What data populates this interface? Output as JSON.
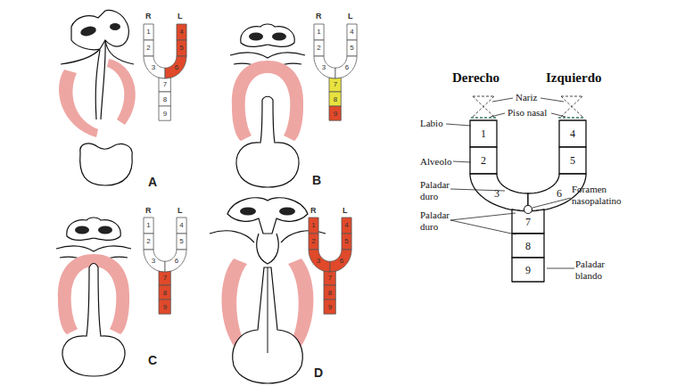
{
  "diagram": {
    "nodes": [
      {
        "text": [
          "1"
        ]
      },
      {
        "text": [
          "2"
        ]
      },
      {
        "text": [
          "3"
        ]
      },
      {
        "text": [
          "4"
        ]
      },
      {
        "text": [
          "5"
        ]
      },
      {
        "text": [
          "6"
        ]
      },
      {
        "text": [
          "7"
        ]
      },
      {
        "text": [
          "8"
        ]
      },
      {
        "text": [
          "9"
        ]
      },
      {
        "text": [
          "1"
        ]
      },
      {
        "text": [
          "2"
        ]
      },
      {
        "text": [
          "3"
        ]
      },
      {
        "text": [
          "4"
        ]
      },
      {
        "text": [
          "5"
        ]
      },
      {
        "text": [
          "6"
        ]
      },
      {
        "text": [
          "7"
        ]
      },
      {
        "text": [
          "8"
        ]
      },
      {
        "text": [
          "9"
        ]
      },
      {
        "text": [
          "1"
        ]
      },
      {
        "text": [
          "2"
        ]
      },
      {
        "text": [
          "3"
        ]
      },
      {
        "text": [
          "4"
        ]
      },
      {
        "text": [
          "5"
        ]
      },
      {
        "text": [
          "6"
        ]
      },
      {
        "text": [
          "7"
        ]
      },
      {
        "text": [
          "8"
        ]
      },
      {
        "text": [
          "9"
        ]
      },
      {
        "text": [
          "1"
        ]
      },
      {
        "text": [
          "2"
        ]
      },
      {
        "text": [
          "3"
        ]
      },
      {
        "text": [
          "4"
        ]
      },
      {
        "text": [
          "5"
        ]
      },
      {
        "text": [
          "6"
        ]
      },
      {
        "text": [
          "7"
        ]
      },
      {
        "text": [
          "8"
        ]
      },
      {
        "text": [
          "9"
        ]
      },
      {
        "text": [
          "1"
        ]
      },
      {
        "text": [
          "2"
        ]
      },
      {
        "text": [
          "3"
        ]
      },
      {
        "text": [
          "4"
        ]
      },
      {
        "text": [
          "5"
        ]
      },
      {
        "text": [
          "6"
        ]
      },
      {
        "text": [
          "7"
        ]
      },
      {
        "text": [
          "8"
        ]
      },
      {
        "text": [
          "9"
        ]
      }
    ],
    "labels": [
      "R",
      "L",
      "R",
      "L",
      "Derecho",
      "Izquierdo",
      "Nariz",
      "Piso nasal",
      "Labio",
      "Alveolo",
      "Paladar duro",
      "Foramen nasopalatino",
      "Paladar duro",
      "Paladar blando",
      "A",
      "B",
      "R",
      "L",
      "R",
      "L",
      "C",
      "D"
    ]
  }
}
